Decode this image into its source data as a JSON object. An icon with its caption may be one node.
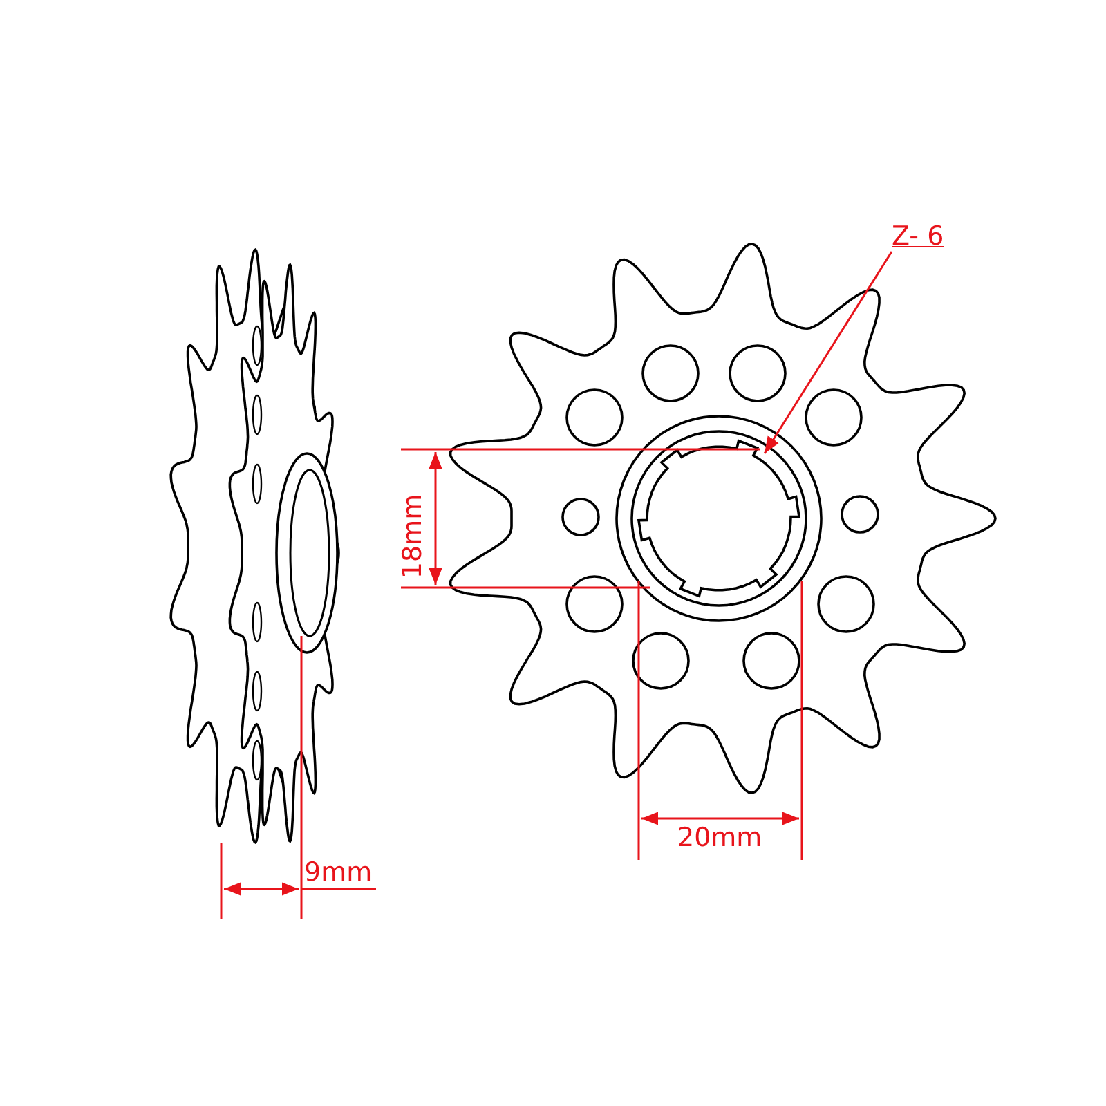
{
  "diagram": {
    "nodes": [
      {
        "text": [
          "Z- 6"
        ]
      },
      {
        "text": [],
        "shape": "picture"
      }
    ],
    "edges": [
      {
        "from": 0,
        "to": 1,
        "arrow": "to"
      }
    ],
    "labels": [
      "18mm",
      "20mm",
      "9mm"
    ]
  }
}
